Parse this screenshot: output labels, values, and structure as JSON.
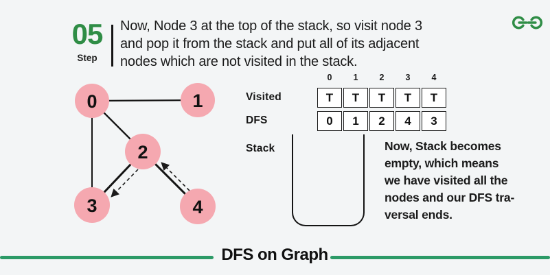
{
  "colors": {
    "background": "#f3f5f6",
    "brand_green": "#2f8d46",
    "rule_green": "#2c9a67",
    "node_pink": "#f5a8b0",
    "ink": "#1a1a1a"
  },
  "header": {
    "step_number": "05",
    "step_label": "Step",
    "line1": "Now, Node 3 at the top of the stack, so visit node 3",
    "line2": "and pop it from the stack and put all of its adjacent",
    "line3": "nodes which are not visited in the stack."
  },
  "logo": {
    "alt": "geeksforgeeks-logo"
  },
  "graph": {
    "node_labels": [
      "0",
      "1",
      "2",
      "3",
      "4"
    ],
    "edges": [
      "0-1",
      "0-2",
      "0-3",
      "2-3",
      "2-4"
    ],
    "dashed_arrows": [
      "2-to-3",
      "4-to-2"
    ]
  },
  "tables": {
    "index_labels": [
      "0",
      "1",
      "2",
      "3",
      "4"
    ],
    "visited_label": "Visited",
    "visited_values": [
      "T",
      "T",
      "T",
      "T",
      "T"
    ],
    "dfs_label": "DFS",
    "dfs_values": [
      "0",
      "1",
      "2",
      "4",
      "3"
    ]
  },
  "stack": {
    "label": "Stack",
    "items": []
  },
  "note": {
    "line1": "Now, Stack becomes",
    "line2": "empty, which means",
    "line3": "we have visited all the",
    "line4": "nodes and our DFS tra-",
    "line5": "versal ends."
  },
  "footer": {
    "title": "DFS on Graph"
  }
}
